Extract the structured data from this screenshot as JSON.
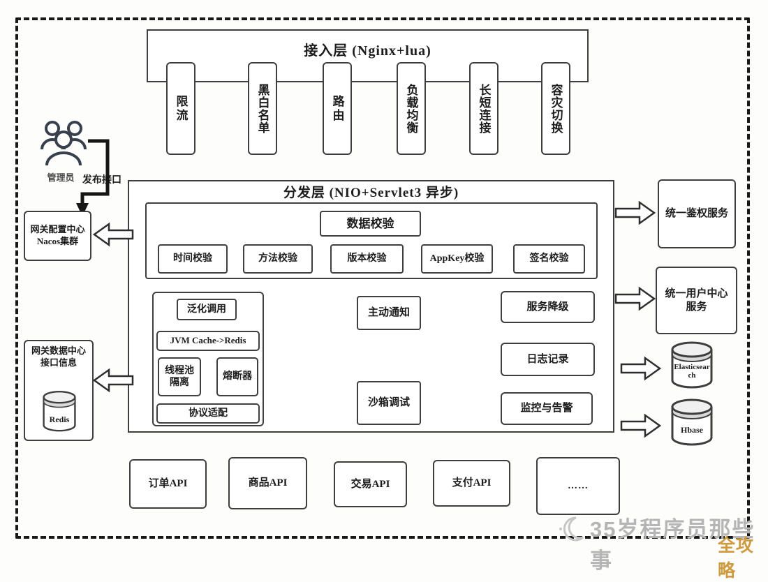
{
  "access_layer": {
    "title": "接入层 (Nginx+lua)",
    "items": [
      "限流",
      "黑白名单",
      "路由",
      "负载均衡",
      "长短连接",
      "容灾切换"
    ]
  },
  "dispatch_layer": {
    "title": "分发层 (NIO+Servlet3 异步)",
    "validation": {
      "title": "数据校验",
      "items": [
        "时间校验",
        "方法校验",
        "版本校验",
        "AppKey校验",
        "签名校验"
      ]
    },
    "invoke_group": {
      "generic_call": "泛化调用",
      "jvm_cache": "JVM Cache->Redis",
      "thread_pool": "线程池\n隔离",
      "circuit_breaker": "熔断器",
      "protocol_adapter": "协议适配"
    },
    "notify": "主动通知",
    "sandbox": "沙箱调试",
    "degrade": "服务降级",
    "logging": "日志记录",
    "monitor": "监控与告警"
  },
  "left_panel": {
    "admin": "管理员",
    "publish": "发布接口",
    "config_center_line1": "网关配置中心",
    "config_center_line2": "Nacos集群",
    "data_center_line1": "网关数据中心",
    "data_center_line2": "接口信息",
    "data_center_db": "Redis"
  },
  "right_panel": {
    "auth_service": "统一鉴权服务",
    "user_service": "统一用户中心服务",
    "es": "Elasticsearch",
    "hbase": "Hbase"
  },
  "api_row": [
    "订单API",
    "商品API",
    "交易API",
    "支付API",
    "……"
  ],
  "watermark": {
    "text": "35岁程序员那些事",
    "badge": "全攻略"
  },
  "colors": {
    "border": "#3e3e3e",
    "text": "#1c1c1c",
    "watermark_gray": "#b5b5b5",
    "badge_gold": "#cf9a3d"
  }
}
